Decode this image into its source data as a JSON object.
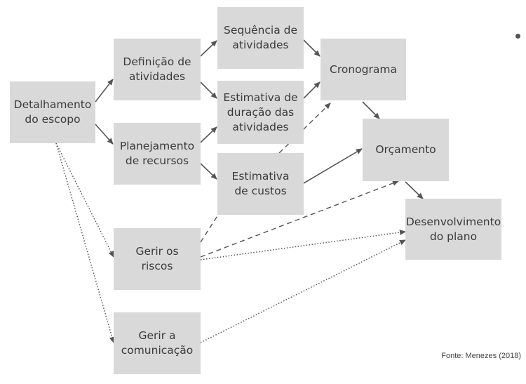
{
  "nodes": {
    "detalhamento": "Detalhamento\ndo escopo",
    "definicao": "Definição de\natividades",
    "planejamento": "Planejamento\nde recursos",
    "sequencia": "Sequência de\natividades",
    "estimativa_duracao": "Estimativa de\nduração das\natividades",
    "estimativa_custos": "Estimativa\nde custos",
    "cronograma": "Cronograma",
    "orcamento": "Orçamento",
    "desenvolvimento": "Desenvolvimento\ndo plano",
    "gerir_riscos": "Gerir os\nriscos",
    "gerir_comunicacao": "Gerir a\ncomunicação"
  },
  "source": "Fonte: Menezes (2018)",
  "colors": {
    "box": "#d9d9d9",
    "text": "#3a3a3a",
    "arrow": "#555555"
  }
}
